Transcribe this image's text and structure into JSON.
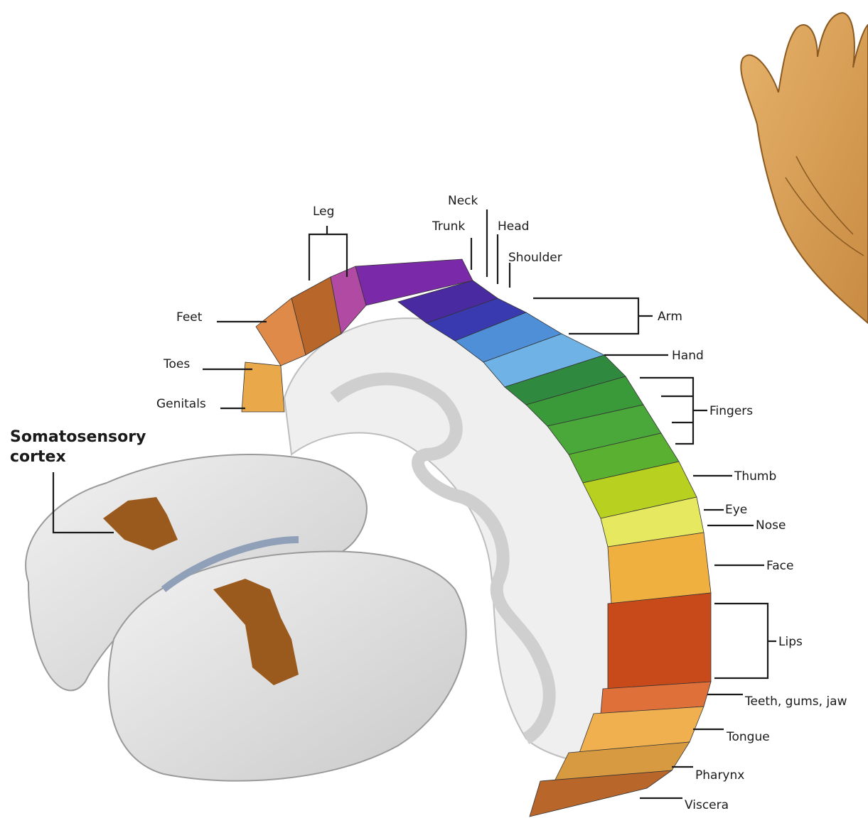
{
  "title_lines": [
    "Somatosensory",
    "cortex"
  ],
  "labels": {
    "leg": "Leg",
    "neck": "Neck",
    "trunk": "Trunk",
    "head": "Head",
    "shoulder": "Shoulder",
    "arm": "Arm",
    "hand": "Hand",
    "fingers": "Fingers",
    "thumb": "Thumb",
    "eye": "Eye",
    "nose": "Nose",
    "face": "Face",
    "lips": "Lips",
    "teeth": "Teeth, gums, jaw",
    "tongue": "Tongue",
    "pharynx": "Pharynx",
    "viscera": "Viscera",
    "feet": "Feet",
    "toes": "Toes",
    "genitals": "Genitals"
  },
  "colors": {
    "highlight_region": "#9a5a1e",
    "brain": "#e6e6e6",
    "skin": "#d9a15a"
  }
}
